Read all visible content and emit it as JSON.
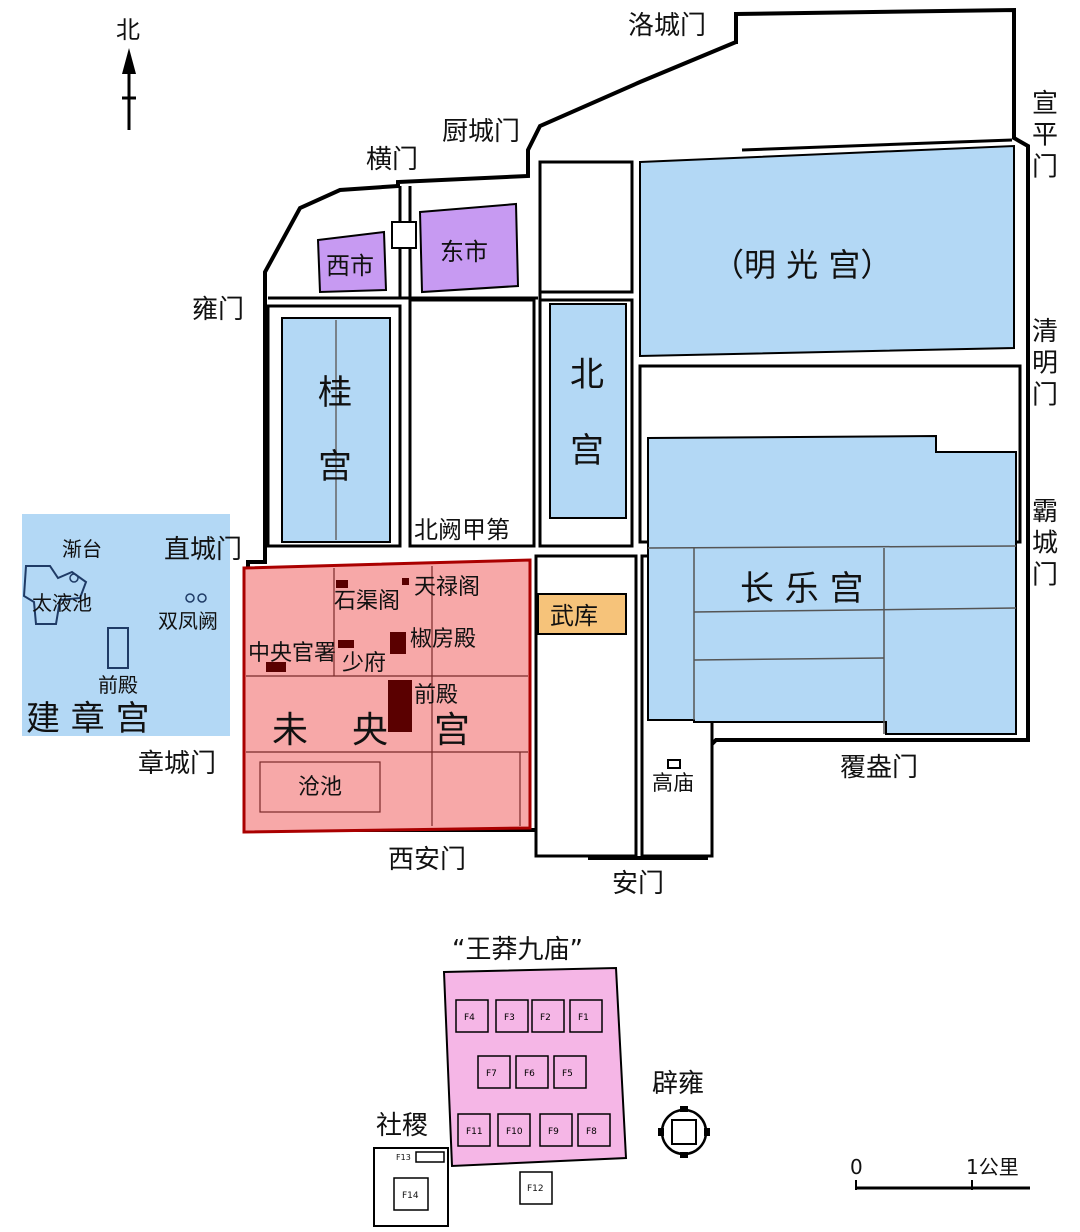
{
  "compass": {
    "north_label": "北"
  },
  "gates": {
    "luocheng": "洛城门",
    "chucheng": "厨城门",
    "heng": "横门",
    "yong": "雍门",
    "zhicheng": "直城门",
    "zhangcheng": "章城门",
    "xian": "西安门",
    "an": "安门",
    "fuang": "覆盎门",
    "xuanping": "宣平门",
    "qingming": "清明门",
    "bacheng": "霸城门"
  },
  "areas": {
    "xishi": "西市",
    "dongshi": "东市",
    "mingguang": "（明 光 宫）",
    "gui_1": "桂",
    "gui_2": "宫",
    "bei_1": "北",
    "bei_2": "宫",
    "beique": "北阙甲第",
    "wuku": "武库",
    "changle": "长 乐 宫",
    "gaomiao": "高庙"
  },
  "weiyang": {
    "name": "未 央 宫",
    "name_1": "未",
    "name_2": "央",
    "name_3": "宫",
    "shiqu": "石渠阁",
    "tianlu": "天禄阁",
    "jiaofang": "椒房殿",
    "zhongyang": "中央官署",
    "shaofu": "少府",
    "qiandian": "前殿",
    "cangchi": "沧池"
  },
  "jianzhang": {
    "name": "建 章 宫",
    "jiantai": "渐台",
    "taiye": "太液池",
    "shuangfeng": "双凤阙",
    "qiandian": "前殿"
  },
  "south": {
    "wangmang_title": "“王莽九庙”",
    "biyong": "辟雍",
    "sheji": "社稷",
    "temples": [
      "F4",
      "F3",
      "F2",
      "F1",
      "F7",
      "F6",
      "F5",
      "F11",
      "F10",
      "F9",
      "F8"
    ],
    "sheji_f13": "F13",
    "sheji_f14": "F14",
    "f12": "F12"
  },
  "scale": {
    "zero": "0",
    "one_km": "1公里"
  },
  "colors": {
    "palace_blue": "#b3d8f5",
    "market_purple": "#c79af2",
    "weiyang_red": "#f7a8a8",
    "armory_orange": "#f6c37a",
    "temple_pink": "#f5b6e6",
    "building_dark": "#5a0000"
  }
}
